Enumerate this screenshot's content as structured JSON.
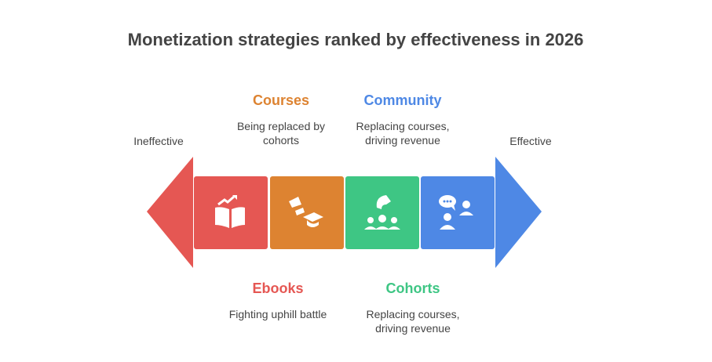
{
  "title": "Monetization strategies ranked by effectiveness in 2026",
  "scale": {
    "left": "Ineffective",
    "right": "Effective"
  },
  "items": [
    {
      "name": "Ebooks",
      "desc": "Fighting uphill battle",
      "color": "#e55753",
      "icon": "book-growth-icon"
    },
    {
      "name": "Courses",
      "desc": "Being replaced by cohorts",
      "color": "#dd8331",
      "icon": "graduation-cap-icon"
    },
    {
      "name": "Cohorts",
      "desc": "Replacing courses, driving revenue",
      "color": "#3ec684",
      "icon": "group-question-icon"
    },
    {
      "name": "Community",
      "desc": "Replacing courses, driving revenue",
      "color": "#4e88e5",
      "icon": "people-chat-icon"
    }
  ]
}
